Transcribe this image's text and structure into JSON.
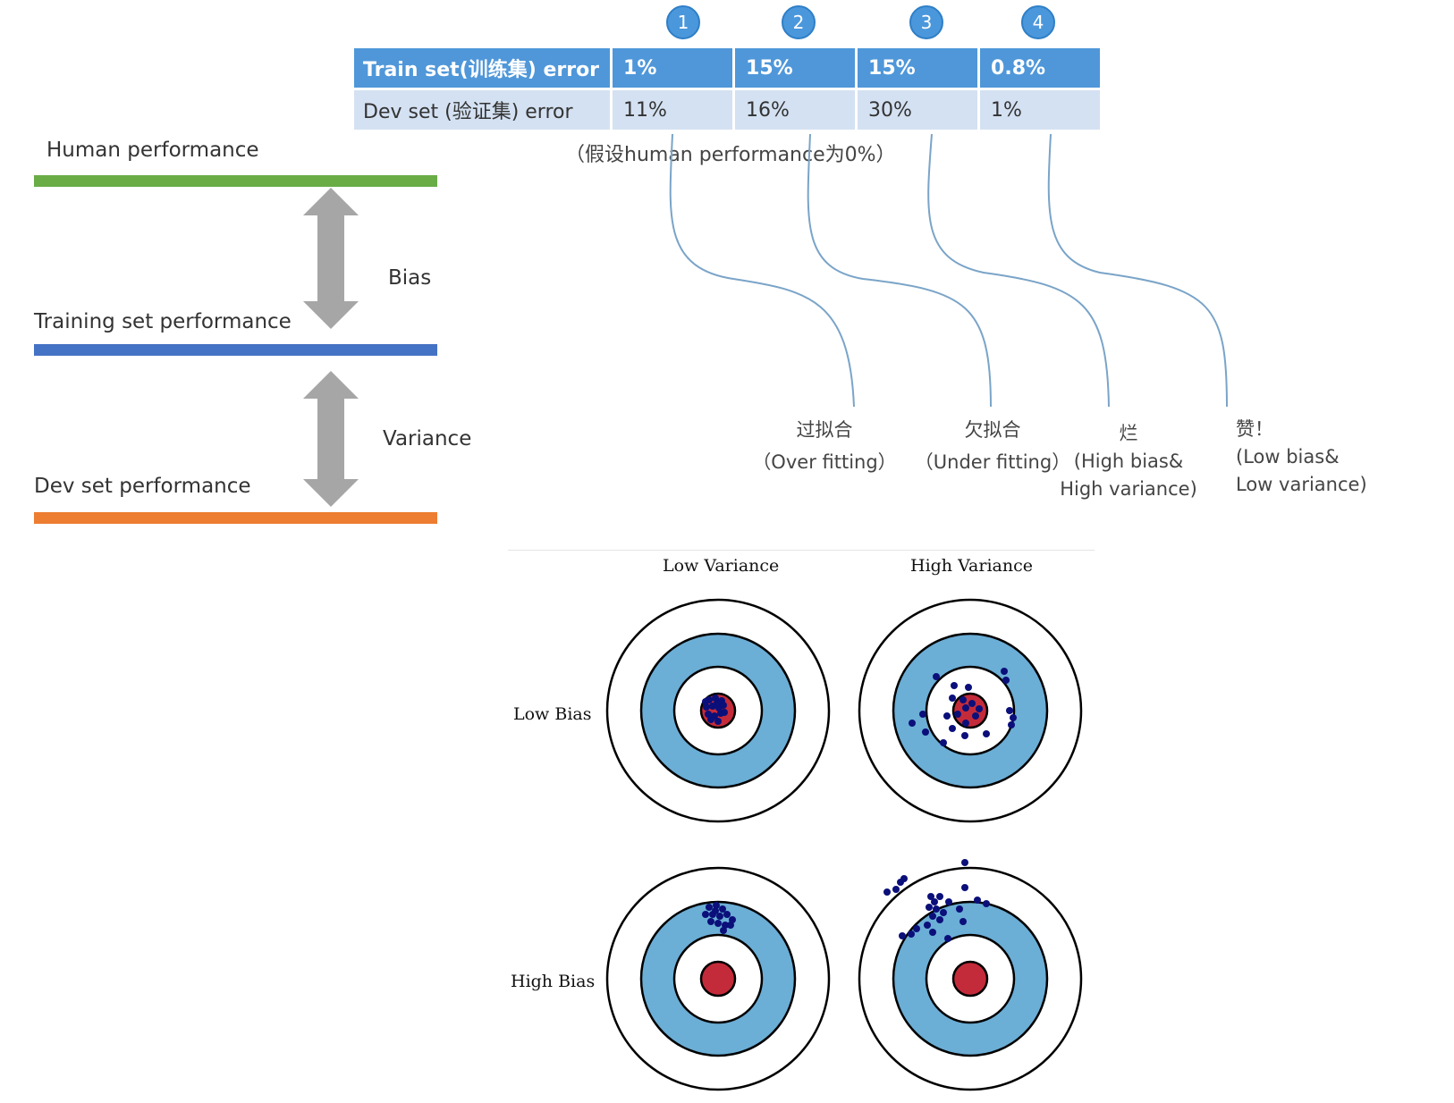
{
  "levels": {
    "human": {
      "label": "Human performance",
      "color": "#6aad47"
    },
    "training": {
      "label": "Training set performance",
      "color": "#4472c4"
    },
    "dev": {
      "label": "Dev set performance",
      "color": "#ed7d31"
    },
    "bias_label": "Bias",
    "variance_label": "Variance",
    "arrow_color": "#a6a6a6"
  },
  "table": {
    "numbers": [
      "1",
      "2",
      "3",
      "4"
    ],
    "train_header": "Train set(训练集) error",
    "dev_header": "Dev set (验证集) error",
    "train_values": [
      "1%",
      "15%",
      "15%",
      "0.8%"
    ],
    "dev_values": [
      "11%",
      "16%",
      "30%",
      "1%"
    ],
    "footnote": "（假设human performance为0%）",
    "train_color": "#4f97d9",
    "dev_color": "#d4e1f2"
  },
  "outcomes": [
    {
      "title": "过拟合",
      "desc": "（Over fitting）"
    },
    {
      "title": "欠拟合",
      "desc": "（Under fitting）"
    },
    {
      "title": "烂",
      "desc": "(High bias&",
      "desc2": "High variance)"
    },
    {
      "title": "赞！",
      "desc": "(Low bias&",
      "desc2": "Low variance)"
    }
  ],
  "targets": {
    "col_labels": [
      "Low Variance",
      "High Variance"
    ],
    "row_labels": [
      "Low Bias",
      "High Bias"
    ],
    "ring_color": "#6baed6",
    "bullseye_color": "#c42b3a",
    "dot_color": "#0b0f7a"
  }
}
